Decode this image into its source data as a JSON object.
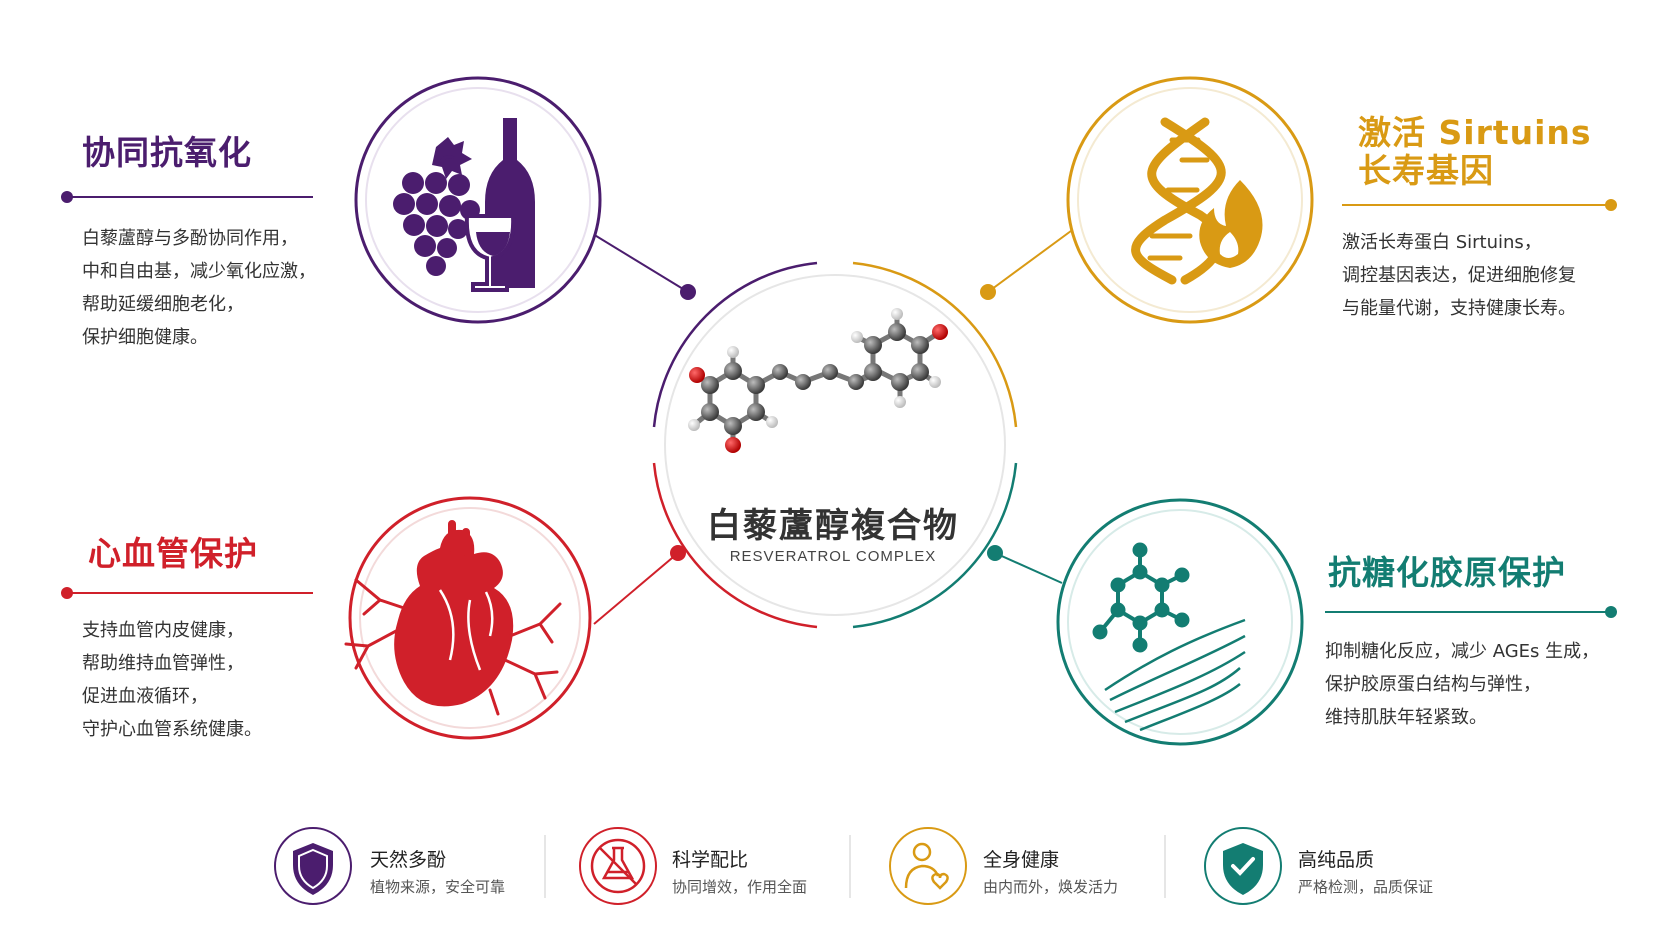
{
  "center": {
    "title": "白藜蘆醇複合物",
    "subtitle": "RESVERATROL COMPLEX"
  },
  "benefits": {
    "antioxidant": {
      "title": "协同抗氧化",
      "color": "#4b1d6e",
      "icon": "grape-wine-icon",
      "lines": [
        "白藜蘆醇与多酚协同作用，",
        "中和自由基，减少氧化应激，",
        "帮助延缓细胞老化，",
        "保护细胞健康。"
      ]
    },
    "sirtuins": {
      "title_line1": "激活 Sirtuins",
      "title_line2": "长寿基因",
      "color": "#d99a14",
      "icon": "dna-flame-icon",
      "lines": [
        "激活长寿蛋白 Sirtuins，",
        "调控基因表达，促进细胞修复",
        "与能量代谢，支持健康长寿。"
      ]
    },
    "cardio": {
      "title": "心血管保护",
      "color": "#d0202a",
      "icon": "heart-icon",
      "lines": [
        "支持血管内皮健康，",
        "帮助维持血管弹性，",
        "促进血液循环，",
        "守护心血管系统健康。"
      ]
    },
    "glycation": {
      "title": "抗糖化胶原保护",
      "color": "#137d72",
      "icon": "molecule-collagen-icon",
      "lines": [
        "抑制糖化反应，减少 AGEs 生成，",
        "保护胶原蛋白结构与弹性，",
        "维持肌肤年轻紧致。"
      ]
    }
  },
  "features": [
    {
      "title": "天然多酚",
      "sub": "植物来源，安全可靠",
      "icon": "shield-icon",
      "color": "#4b1d6e"
    },
    {
      "title": "科学配比",
      "sub": "协同增效，作用全面",
      "icon": "no-flask-icon",
      "color": "#d0202a"
    },
    {
      "title": "全身健康",
      "sub": "由内而外，焕发活力",
      "icon": "person-heart-icon",
      "color": "#d99a14"
    },
    {
      "title": "高纯品质",
      "sub": "严格检测，品质保证",
      "icon": "check-shield-icon",
      "color": "#137d72"
    }
  ]
}
